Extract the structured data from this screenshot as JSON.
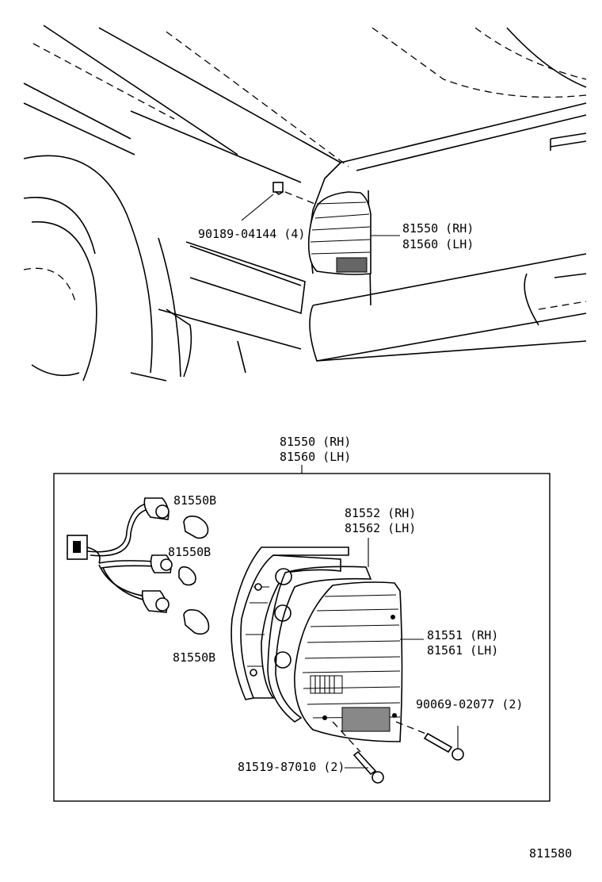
{
  "upper_view": {
    "clip_label": "90189-04144 (4)",
    "lamp_label_rh": "81550 (RH)",
    "lamp_label_lh": "81560 (LH)"
  },
  "exploded_view": {
    "assembly_label_rh": "81550 (RH)",
    "assembly_label_lh": "81560 (LH)",
    "bulb_label_1": "81550B",
    "bulb_label_2": "81550B",
    "bulb_label_3": "81550B",
    "gasket_label_rh": "81552 (RH)",
    "gasket_label_lh": "81562 (LH)",
    "lens_label_rh": "81551 (RH)",
    "lens_label_lh": "81561 (LH)",
    "screw_label_1": "90069-02077 (2)",
    "screw_label_2": "81519-87010 (2)"
  },
  "figure_number": "811580"
}
